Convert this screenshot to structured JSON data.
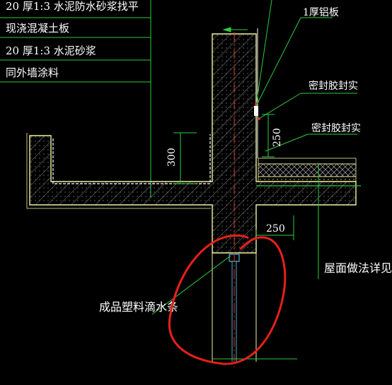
{
  "drawing": {
    "legend_rows": [
      "20  厚1:3  水泥防水砂浆找平",
      "现浇混凝土板",
      "20  厚1:3  水泥砂浆",
      "同外墙涂料"
    ],
    "callouts": {
      "aluminum_plate": "1厚铝板",
      "sealant_top": "密封胶封实",
      "sealant_bottom": "密封胶封实",
      "drip_strip": "成品塑料滴水条",
      "roof_note": "屋面做法详见建"
    },
    "dimensions": {
      "parapet_height": "300",
      "flashing_height": "250",
      "slab_offset": "250"
    },
    "colors": {
      "background": "#000000",
      "outline": "#f2f2a0",
      "leader": "#2ecc40",
      "hatch": "#9a9a9a",
      "centerline": "#d43a2a",
      "highlight_circle": "#e8201a",
      "text": "#ffffff"
    }
  }
}
